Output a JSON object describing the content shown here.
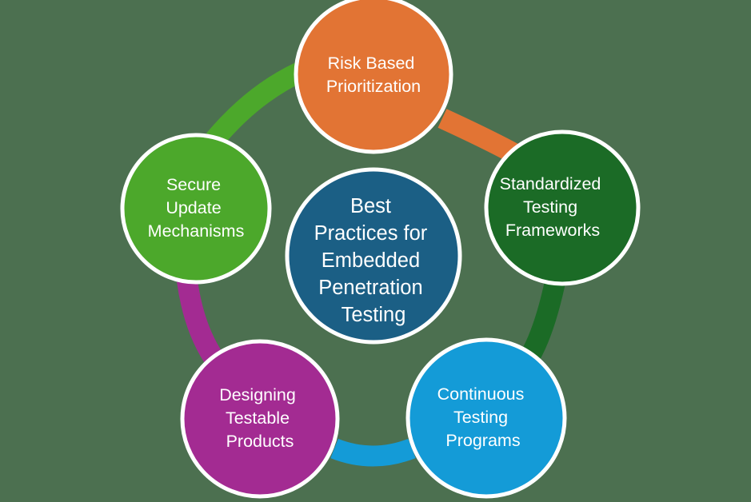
{
  "diagram": {
    "type": "cycle-diagram",
    "title": "Best Practices for Embedded Penetration Testing",
    "background_color": "#4c7050",
    "node_outline_color": "#ffffff",
    "label_color": "#ffffff",
    "hub": {
      "id": "hub",
      "color": "#1b5f85",
      "lines": [
        "Best",
        "Practices for",
        "Embedded",
        "Penetration",
        "Testing"
      ]
    },
    "nodes": [
      {
        "id": "risk-based-prioritization",
        "position": "top",
        "color": "#e27434",
        "lines": [
          "Risk Based",
          "Prioritization"
        ]
      },
      {
        "id": "standardized-testing-frameworks",
        "position": "right",
        "color": "#1b6b26",
        "lines": [
          "Standardized",
          "Testing",
          "Frameworks"
        ]
      },
      {
        "id": "continuous-testing-programs",
        "position": "bottom-right",
        "color": "#149bd7",
        "lines": [
          "Continuous",
          "Testing",
          "Programs"
        ]
      },
      {
        "id": "designing-testable-products",
        "position": "bottom-left",
        "color": "#a32b92",
        "lines": [
          "Designing",
          "Testable",
          "Products"
        ]
      },
      {
        "id": "secure-update-mechanisms",
        "position": "left",
        "color": "#4ca82b",
        "lines": [
          "Secure",
          "Update",
          "Mechanisms"
        ]
      }
    ],
    "connectors": [
      {
        "id": "connector-secure-update-to-risk-based",
        "from": "secure-update-mechanisms",
        "to": "risk-based-prioritization",
        "color": "#4ca82b"
      },
      {
        "id": "connector-risk-based-to-standardized",
        "from": "risk-based-prioritization",
        "to": "standardized-testing-frameworks",
        "color": "#e27434"
      },
      {
        "id": "connector-standardized-to-continuous",
        "from": "standardized-testing-frameworks",
        "to": "continuous-testing-programs",
        "color": "#1b6b26"
      },
      {
        "id": "connector-continuous-to-designing",
        "from": "continuous-testing-programs",
        "to": "designing-testable-products",
        "color": "#149bd7"
      },
      {
        "id": "connector-designing-to-secure-update",
        "from": "designing-testable-products",
        "to": "secure-update-mechanisms",
        "color": "#a32b92"
      }
    ]
  }
}
